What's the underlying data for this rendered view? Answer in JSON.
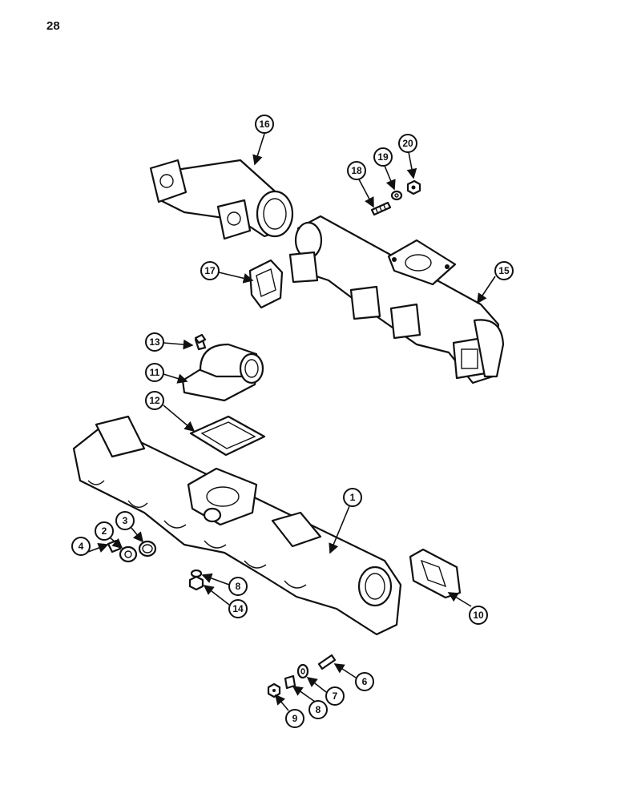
{
  "page": {
    "number": "28"
  },
  "callouts": {
    "c1": "1",
    "c2": "2",
    "c3": "3",
    "c4": "4",
    "c6": "6",
    "c7": "7",
    "c8a": "8",
    "c8b": "8",
    "c9": "9",
    "c10": "10",
    "c11": "11",
    "c12": "12",
    "c13": "13",
    "c14": "14",
    "c15": "15",
    "c16": "16",
    "c17": "17",
    "c18": "18",
    "c19": "19",
    "c20": "20"
  }
}
